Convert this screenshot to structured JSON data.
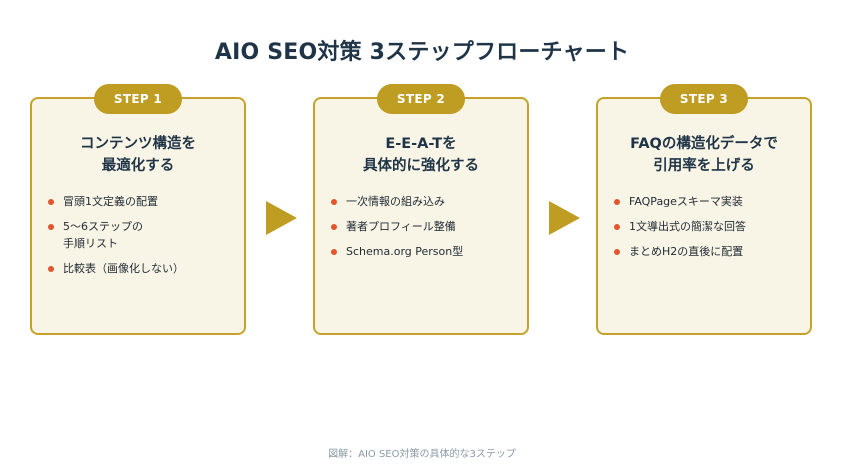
{
  "title": "AIO SEO対策 3ステップフローチャート",
  "steps": [
    {
      "badge": "STEP 1",
      "title": "コンテンツ構造を\n最適化する",
      "items": [
        "冒頭1文定義の配置",
        "5〜6ステップの\n手順リスト",
        "比較表（画像化しない）"
      ]
    },
    {
      "badge": "STEP 2",
      "title": "E-E-A-Tを\n具体的に強化する",
      "items": [
        "一次情報の組み込み",
        "著者プロフィール整備",
        "Schema.org Person型"
      ]
    },
    {
      "badge": "STEP 3",
      "title": "FAQの構造化データで\n引用率を上げる",
      "items": [
        "FAQPageスキーマ実装",
        "1文導出式の簡潔な回答",
        "まとめH2の直後に配置"
      ]
    }
  ],
  "caption": "図解：AIO SEO対策の具体的な3ステップ",
  "colors": {
    "accent": "#bf9c22",
    "card_bg": "#f9f5e6",
    "bullet": "#e2552d",
    "title_text": "#1f3447"
  }
}
